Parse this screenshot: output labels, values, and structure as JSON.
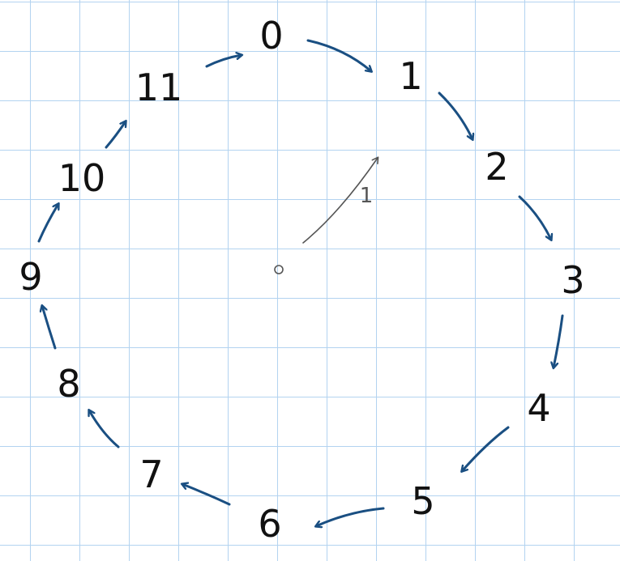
{
  "diagram": {
    "nodes": [
      "0",
      "1",
      "2",
      "3",
      "4",
      "5",
      "6",
      "7",
      "8",
      "9",
      "10",
      "11"
    ],
    "center": {
      "point_label": "o",
      "arrow_label": "1"
    },
    "colors": {
      "grid": "#b3d3f0",
      "arrows": "#1a4f82",
      "numbers": "#111111",
      "center": "#555555"
    }
  }
}
